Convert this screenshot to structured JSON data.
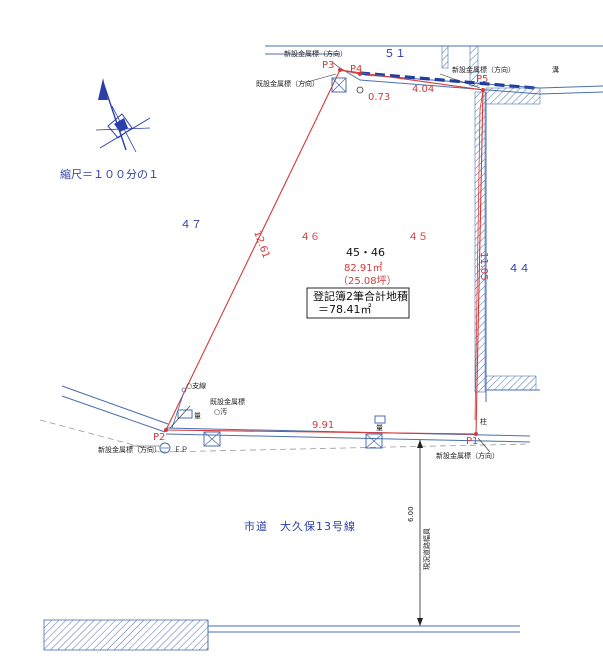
{
  "scale": "縮尺＝１００分の１",
  "lots": {
    "l51": "５１",
    "l47": "４７",
    "l46": "４６",
    "l45": "４５",
    "l44": "４４"
  },
  "parcel": {
    "id": "45・46",
    "area": "82.91㎡",
    "tsubo": "（25.08坪）",
    "registry_label": "登記簿2筆合計地積",
    "registry_value": "＝78.41㎡"
  },
  "points": {
    "p1": "P1",
    "p2": "P2",
    "p3": "P3",
    "p4": "P4",
    "p5": "P5"
  },
  "dimensions": {
    "d1261": "12.61",
    "d1105": "11.05",
    "d991": "9.91",
    "d404": "4.04",
    "d073": "0.73",
    "road_width": "6.00",
    "road_width_note": "現況道路幅員"
  },
  "markers": {
    "new_marker_top": "新設金属標（方向）",
    "new_marker_p5": "新設金属標（方向）",
    "existing_marker_top": "既設金属標（方向）",
    "existing_marker_bottom": "既設金属標",
    "new_marker_p2": "新設金属標（方向）",
    "new_marker_p1": "新設金属標（方向）"
  },
  "features": {
    "guy_wire": "○支線",
    "sewage": "○汚",
    "meter_left": "量",
    "meter_right": "量",
    "ep": "ＥＰ",
    "pillar": "柱",
    "gutter": "溝"
  },
  "road": {
    "name": "市道　大久保13号線"
  },
  "colors": {
    "boundary": "#d43a3a",
    "labels": "#2b3fa8",
    "lines": "#4a6fb0"
  }
}
